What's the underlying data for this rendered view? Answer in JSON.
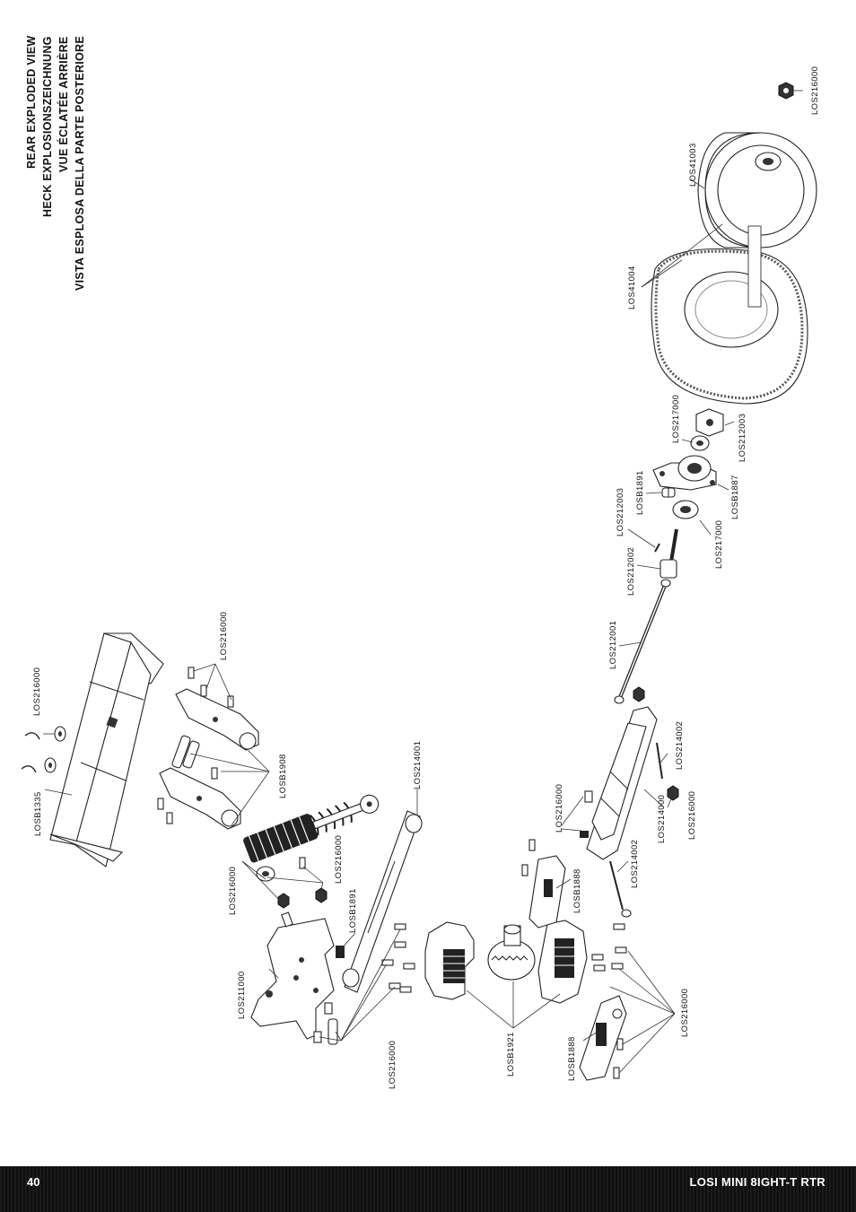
{
  "title": {
    "lines": [
      "REAR EXPLODED VIEW",
      "HECK EXPLOSIONSZEICHNUNG",
      "VUE ÉCLATÉE ARRIÈRE",
      "VISTA ESPLOSA DELLA PARTE POSTERIORE"
    ]
  },
  "labels": {
    "l01": "LOS216000",
    "l02": "LOS41003",
    "l03": "LOS41004",
    "l04": "LOS217000",
    "l05": "LOS212003",
    "l06": "LOSB1891",
    "l07": "LOS212003",
    "l08": "LOSB1887",
    "l09": "LOS212002",
    "l10": "LOS217000",
    "l11": "LOS212001",
    "l12": "LOS216000",
    "l13": "LOS216000",
    "l14": "LOSB1335",
    "l15": "LOSB1908",
    "l16": "LOS214001",
    "l17": "LOS216000",
    "l18": "LOS214002",
    "l19": "LOS214000",
    "l20": "LOS216000",
    "l21": "LOS214002",
    "l22": "LOS216000",
    "l23": "LOS216000",
    "l24": "LOSB1891",
    "l25": "LOSB1888",
    "l26": "LOS211000",
    "l27": "LOS216000",
    "l28": "LOSB1921",
    "l29": "LOSB1888",
    "l30": "LOS216000"
  },
  "footer": {
    "page_number": "40",
    "product": "LOSI MINI 8IGHT-T RTR"
  }
}
